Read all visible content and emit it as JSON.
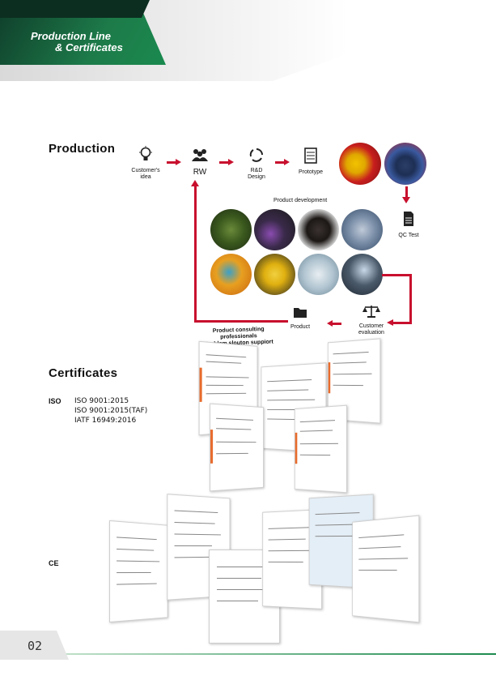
{
  "header": {
    "title_line1": "Production Line",
    "title_line2": "& Certificates"
  },
  "production": {
    "heading": "Production",
    "nodes": {
      "idea": "Customer's idea",
      "rw": "RW",
      "rd": "R&D Design",
      "prototype": "Prototype",
      "qc": "QC Test",
      "customer_eval": "Customer evaluation",
      "product": "Product"
    },
    "dev_label": "Product development",
    "support_line1": "Product consulting professionals",
    "support_line2": "Problem slouton suppiort"
  },
  "certificates": {
    "heading": "Certificates",
    "iso_tag": "ISO",
    "iso_items": [
      "ISO 9001:2015",
      "ISO 9001:2015(TAF)",
      "IATF 16949:2016"
    ],
    "ce_tag": "CE"
  },
  "footer": {
    "page_number": "02"
  }
}
